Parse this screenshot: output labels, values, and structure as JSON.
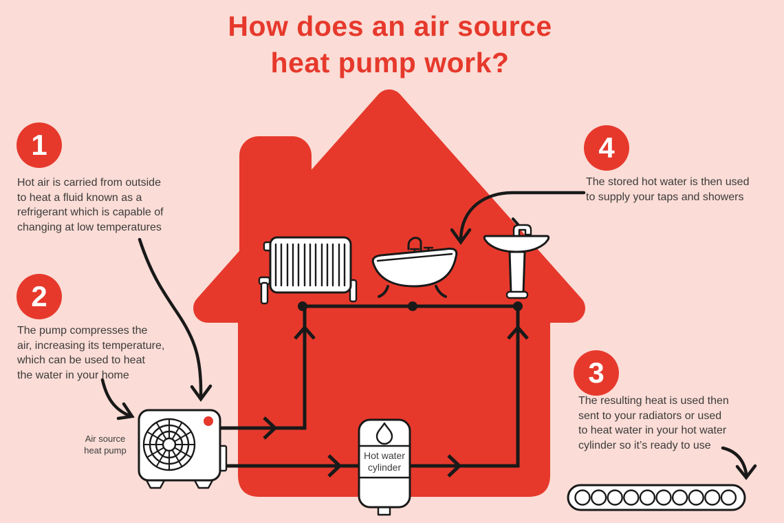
{
  "title": "How does an air source\nheat pump work?",
  "steps": [
    {
      "number": "1",
      "text": "Hot air is carried from outside\nto heat a fluid known as a\nrefrigerant which is capable of\nchanging at low temperatures"
    },
    {
      "number": "2",
      "text": "The pump compresses the\nair, increasing its temperature,\nwhich can be used to heat\nthe water in your home"
    },
    {
      "number": "3",
      "text": "The resulting heat is used then\nsent to your radiators or used\nto heat water in your hot water\ncylinder so it’s ready to use"
    },
    {
      "number": "4",
      "text": "The stored hot water is then used\nto supply your taps and showers"
    }
  ],
  "labels": {
    "heat_pump": "Air source\nheat pump",
    "cylinder": "Hot water\ncylinder"
  },
  "icons": {
    "house-icon": "red house silhouette with chimney",
    "radiator-icon": "finned wall radiator outline",
    "bathtub-icon": "clawfoot bathtub with gooseneck tap",
    "sink-icon": "pedestal basin with mixer tap",
    "heat-pump-icon": "outdoor unit with round fan grille and red indicator dot",
    "fan-icon": "circular fan grille with spokes",
    "droplet-icon": "water drop outline",
    "hot-water-cylinder-icon": "tank with droplet and label band",
    "baseboard-heater-icon": "pill shape with ten circles",
    "pipe-arrow-icon": "open chevron on pipe",
    "annotation-arrow-icon": "curved hand-drawn arrow"
  },
  "colors": {
    "background": "#fbdcd6",
    "red": "#e6392c",
    "text": "#3b3b3b",
    "line": "#191919",
    "white": "#ffffff"
  }
}
